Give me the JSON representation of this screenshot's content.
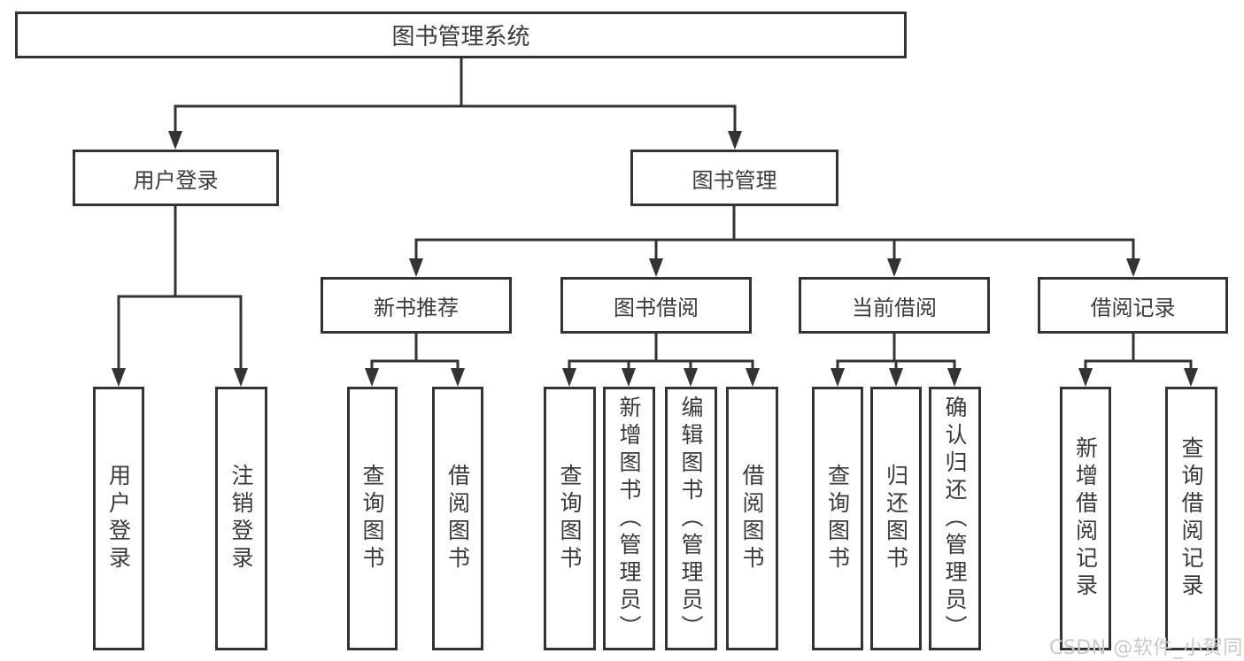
{
  "diagram_title": "图书管理系统",
  "tree": {
    "root": {
      "label": "图书管理系统",
      "children": {
        "user_login": {
          "label": "用户登录",
          "children": {
            "login": {
              "label": "用户登录"
            },
            "logout": {
              "label": "注销登录"
            }
          }
        },
        "book_mgmt": {
          "label": "图书管理",
          "children": {
            "new_books": {
              "label": "新书推荐",
              "children": {
                "query": {
                  "label": "查询图书"
                },
                "borrow": {
                  "label": "借阅图书"
                }
              }
            },
            "borrowing": {
              "label": "图书借阅",
              "children": {
                "query": {
                  "label": "查询图书"
                },
                "add": {
                  "label": "新增图书（管理员）"
                },
                "edit": {
                  "label": "编辑图书（管理员）"
                },
                "borrow": {
                  "label": "借阅图书"
                }
              }
            },
            "current": {
              "label": "当前借阅",
              "children": {
                "query": {
                  "label": "查询图书"
                },
                "return": {
                  "label": "归还图书"
                },
                "confirm": {
                  "label": "确认归还（管理员）"
                }
              }
            },
            "records": {
              "label": "借阅记录",
              "children": {
                "add": {
                  "label": "新增借阅记录"
                },
                "query": {
                  "label": "查询借阅记录"
                }
              }
            }
          }
        }
      }
    }
  },
  "watermark": "CSDN @软件_小贺同学",
  "colors": {
    "background": "#ffffff",
    "box_fill": "#ffffff",
    "box_border": "#333333",
    "connector_line": "#333333",
    "text": "#3a3a3a",
    "watermark_text": "#c9c9c9"
  }
}
